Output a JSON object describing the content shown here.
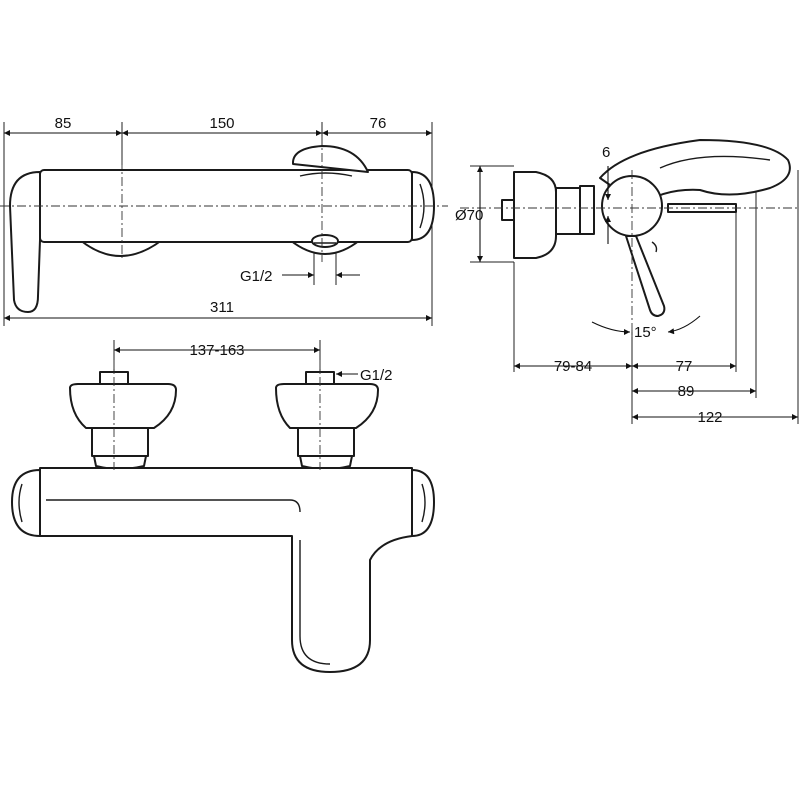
{
  "top_view": {
    "dim_left": "85",
    "dim_middle": "150",
    "dim_right": "76",
    "dim_total": "311",
    "outlet_thread": "G1/2"
  },
  "side_view": {
    "dim_diameter": "Ø70",
    "dim_gap": "6",
    "dim_angle": "15°",
    "dim_wall": "79-84",
    "dim_handle": "77",
    "dim_lever": "89",
    "dim_overall": "122"
  },
  "front_view": {
    "dim_centers": "137-163",
    "inlet_thread": "G1/2"
  },
  "colors": {
    "line": "#1a1a1a",
    "background": "#ffffff"
  }
}
